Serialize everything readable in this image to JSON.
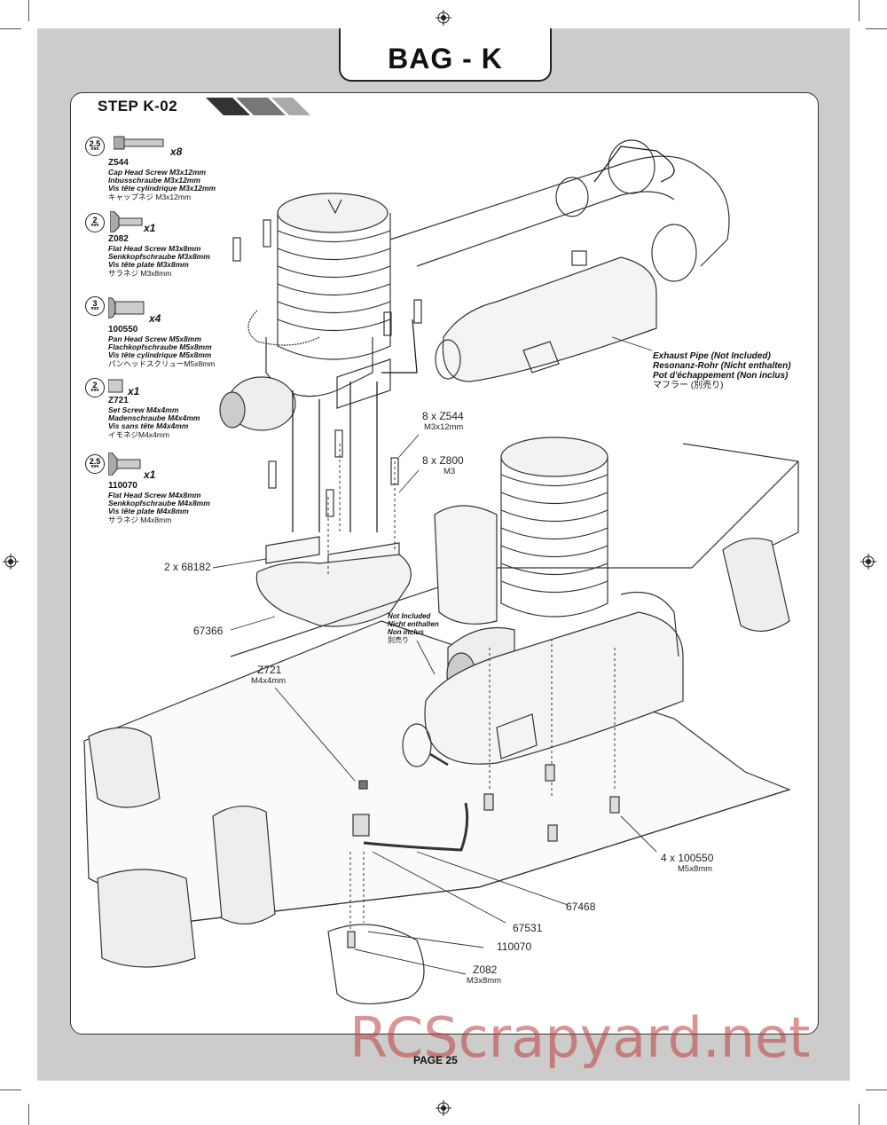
{
  "header": {
    "bag_title": "BAG - K",
    "step_title": "STEP K-02"
  },
  "legend": [
    {
      "tool": "2.5",
      "tool_unit": "mm",
      "code": "Z544",
      "qty": "x8",
      "lines": [
        "Cap Head Screw M3x12mm",
        "Inbusschraube M3x12mm",
        "Vis tête cylindrique M3x12mm"
      ],
      "jp": "キャップネジ M3x12mm"
    },
    {
      "tool": "2",
      "tool_unit": "mm",
      "code": "Z082",
      "qty": "x1",
      "lines": [
        "Flat Head Screw M3x8mm",
        "Senkkopfschraube M3x8mm",
        "Vis tête plate M3x8mm"
      ],
      "jp": "サラネジ M3x8mm"
    },
    {
      "tool": "3",
      "tool_unit": "mm",
      "code": "100550",
      "qty": "x4",
      "lines": [
        "Pan Head Screw M5x8mm",
        "Flachkopfschraube M5x8mm",
        "Vis tête cylindrique M5x8mm"
      ],
      "jp": "パンヘッドスクリューM5x8mm"
    },
    {
      "tool": "2",
      "tool_unit": "mm",
      "code": "Z721",
      "qty": "x1",
      "lines": [
        "Set Screw M4x4mm",
        "Madenschraube M4x4mm",
        "Vis sans tête M4x4mm"
      ],
      "jp": "イモネジM4x4mm"
    },
    {
      "tool": "2.5",
      "tool_unit": "mm",
      "code": "110070",
      "qty": "x1",
      "lines": [
        "Flat Head Screw M4x8mm",
        "Senkkopfschraube M4x8mm",
        "Vis tête plate M4x8mm"
      ],
      "jp": "サラネジ M4x8mm"
    }
  ],
  "exhaust_note": [
    "Exhaust Pipe (Not Included)",
    "Resonanz-Rohr (Nicht enthalten)",
    "Pot d'échappement (Non inclus)",
    "マフラー (別売り)"
  ],
  "not_included": [
    "Not Included",
    "Nicht enthalten",
    "Non inclus",
    "別売り"
  ],
  "callouts": {
    "c1": {
      "main": "8 x Z544",
      "sub": "M3x12mm"
    },
    "c2": {
      "main": "8 x Z800",
      "sub": "M3"
    },
    "c3": {
      "main": "2 x 68182"
    },
    "c4": {
      "main": "67366"
    },
    "c5": {
      "main": "Z721",
      "sub": "M4x4mm"
    },
    "c6": {
      "main": "4 x 100550",
      "sub": "M5x8mm"
    },
    "c7": {
      "main": "67468"
    },
    "c8": {
      "main": "67531"
    },
    "c9": {
      "main": "110070"
    },
    "c10": {
      "main": "Z082",
      "sub": "M3x8mm"
    }
  },
  "footer": {
    "page": "PAGE 25",
    "watermark": "RCScrapyard.net"
  },
  "colors": {
    "frame": "#cccccc",
    "ink": "#222222",
    "watermark": "#be3c3c"
  }
}
